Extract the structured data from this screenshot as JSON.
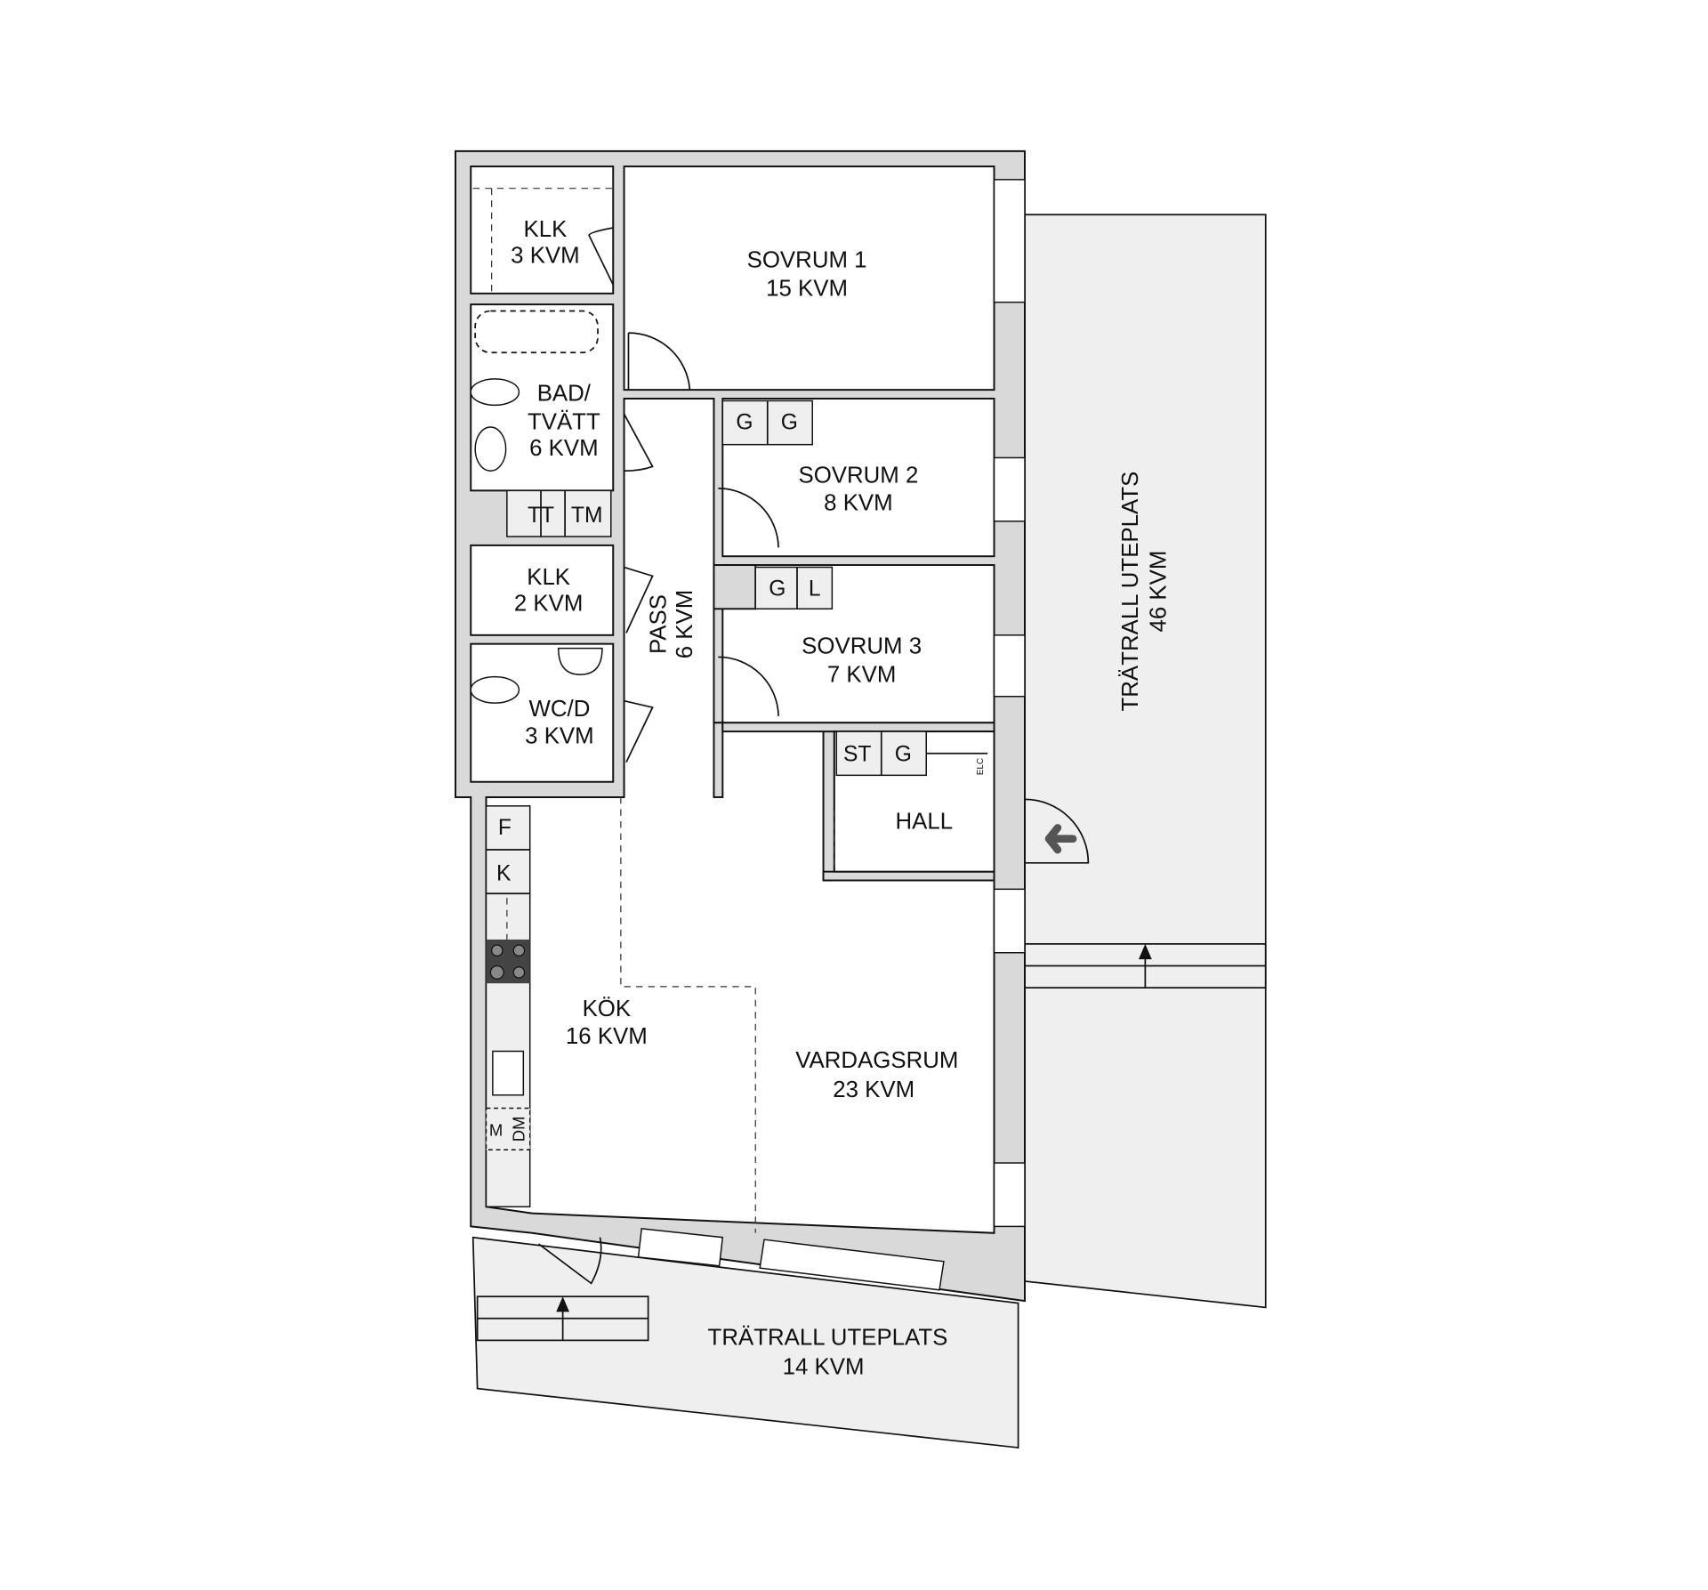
{
  "rooms": {
    "klk1": {
      "name": "KLK",
      "area": "3 KVM"
    },
    "sovrum1": {
      "name": "SOVRUM 1",
      "area": "15 KVM"
    },
    "bad": {
      "name1": "BAD/",
      "name2": "TVÄTT",
      "area": "6 KVM"
    },
    "sovrum2": {
      "name": "SOVRUM 2",
      "area": "8 KVM"
    },
    "klk2": {
      "name": "KLK",
      "area": "2 KVM"
    },
    "pass": {
      "name": "PASS",
      "area": "6 KVM"
    },
    "sovrum3": {
      "name": "SOVRUM 3",
      "area": "7 KVM"
    },
    "wc": {
      "name": "WC/D",
      "area": "3 KVM"
    },
    "hall": {
      "name": "HALL"
    },
    "kok": {
      "name": "KÖK",
      "area": "16 KVM"
    },
    "vardagsrum": {
      "name": "VARDAGSRUM",
      "area": "23 KVM"
    },
    "terrace_side": {
      "name": "TRÄTRALL UTEPLATS",
      "area": "46 KVM"
    },
    "terrace_bottom": {
      "name": "TRÄTRALL UTEPLATS",
      "area": "14 KVM"
    }
  },
  "fixtures": {
    "tt": "TT",
    "tm": "TM",
    "s2_g1": "G",
    "s2_g2": "G",
    "s3_g": "G",
    "s3_l": "L",
    "hall_st": "ST",
    "hall_g": "G",
    "elc": "ELC",
    "fridge": "F",
    "freezer": "K",
    "micro": "M",
    "dishwasher": "DM"
  },
  "colors": {
    "wall": "#d9d9d9",
    "terrace": "#efefef",
    "entry_arrow": "#555555"
  }
}
